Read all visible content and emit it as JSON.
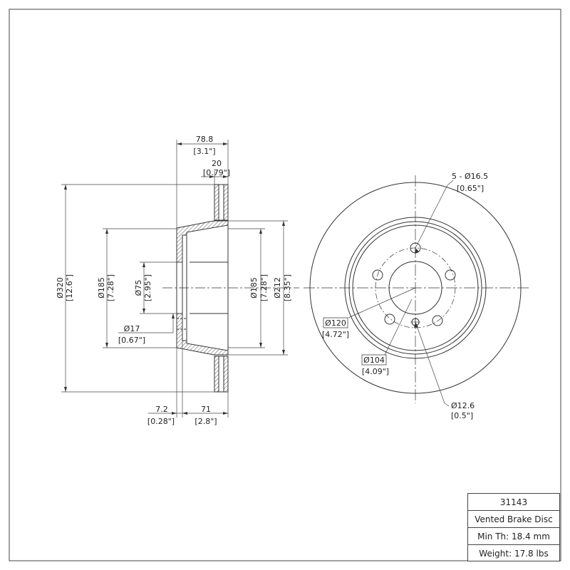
{
  "dimensions": {
    "overall_width": {
      "metric": "78.8",
      "imperial": "[3.1\"]"
    },
    "friction_width": {
      "metric": "20",
      "imperial": "[0.79\"]"
    },
    "outer_diameter": {
      "metric": "Ø320",
      "imperial": "[12.6\"]"
    },
    "hat_diameter_left": {
      "metric": "Ø185",
      "imperial": "[7.28\"]"
    },
    "center_bore": {
      "metric": "Ø75",
      "imperial": "[2.95\"]"
    },
    "hole_diameter": {
      "metric": "Ø17",
      "imperial": "[0.67\"]"
    },
    "hat_diameter_right": {
      "metric": "Ø185",
      "imperial": "[7.28\"]"
    },
    "inner_friction_diameter": {
      "metric": "Ø212",
      "imperial": "[8.35\"]"
    },
    "flange_thickness": {
      "metric": "7.2",
      "imperial": "[0.28\"]"
    },
    "hat_height": {
      "metric": "71",
      "imperial": "[2.8\"]"
    },
    "bolt_holes": {
      "metric": "5 - Ø16.5",
      "imperial": "[0.65\"]"
    },
    "bolt_circle_a": {
      "metric": "Ø120",
      "imperial": "[4.72\"]"
    },
    "bolt_circle_b": {
      "metric": "Ø104",
      "imperial": "[4.09\"]"
    },
    "small_hole": {
      "metric": "Ø12.6",
      "imperial": "[0.5\"]"
    }
  },
  "title_block": {
    "part_number": "31143",
    "description": "Vented Brake Disc",
    "min_thickness": "Min Th: 18.4 mm",
    "weight": "Weight: 17.8 lbs"
  }
}
